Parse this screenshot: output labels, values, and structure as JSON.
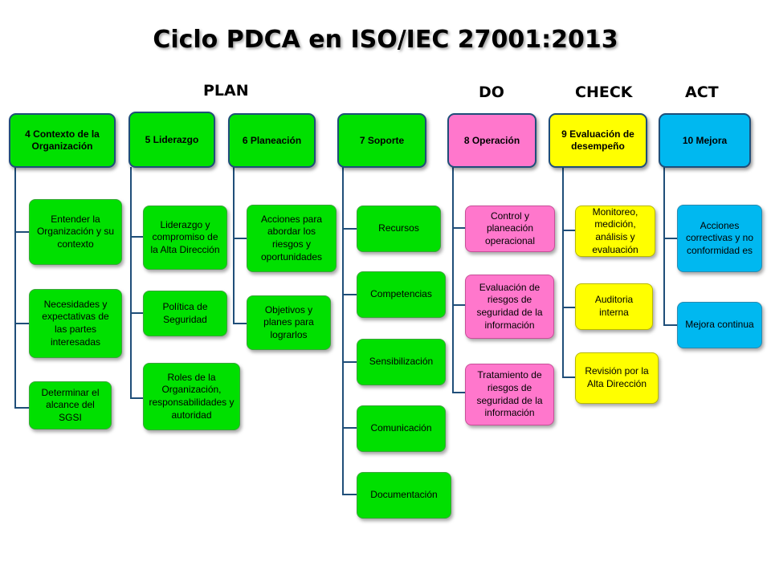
{
  "title": "Ciclo PDCA en ISO/IEC 27001:2013",
  "phases": {
    "plan": "PLAN",
    "do": "DO",
    "check": "CHECK",
    "act": "ACT"
  },
  "colors": {
    "green": "#00e000",
    "pink": "#ff77cc",
    "yellow": "#ffff00",
    "cyan": "#00b8f0",
    "connector": "#1f4e79"
  },
  "columns": [
    {
      "header": "4  Contexto de la Organización",
      "items": [
        "Entender la Organización y su contexto",
        "Necesidades y expectativas de las partes interesadas",
        "Determinar el alcance del SGSI"
      ]
    },
    {
      "header": "5  Liderazgo",
      "items": [
        "Liderazgo y compromiso de la Alta Dirección",
        "Política de Seguridad",
        "Roles de la Organización, responsabilidades y autoridad"
      ]
    },
    {
      "header": "6  Planeación",
      "items": [
        "Acciones para abordar los riesgos y oportunidades",
        "Objetivos y planes para lograrlos"
      ]
    },
    {
      "header": "7  Soporte",
      "items": [
        "Recursos",
        "Competencias",
        "Sensibilización",
        "Comunicación",
        "Documentación"
      ]
    },
    {
      "header": "8  Operación",
      "items": [
        "Control y planeación operacional",
        "Evaluación de riesgos de seguridad de la información",
        "Tratamiento de riesgos de seguridad de la información"
      ]
    },
    {
      "header": "9  Evaluación de desempeño",
      "items": [
        "Monitoreo, medición, análisis y evaluación",
        "Auditoria interna",
        "Revisión por la Alta Dirección"
      ]
    },
    {
      "header": "10  Mejora",
      "items": [
        "Acciones correctivas y no conformidad es",
        "Mejora continua"
      ]
    }
  ]
}
